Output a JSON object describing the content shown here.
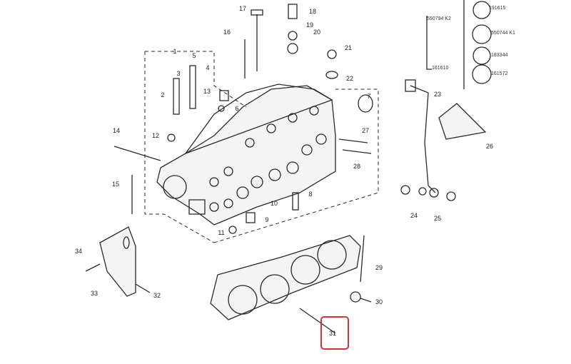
{
  "diagram": {
    "callouts": [
      "1",
      "2",
      "3",
      "4",
      "5",
      "6",
      "7",
      "8",
      "9",
      "10",
      "11",
      "12",
      "13",
      "14",
      "15",
      "16",
      "17",
      "18",
      "19",
      "20",
      "21",
      "22",
      "23",
      "24",
      "25",
      "26",
      "27",
      "28",
      "29",
      "30",
      "31",
      "32",
      "33",
      "34"
    ],
    "highlighted_callout": "31",
    "highlight_color": "#d8303a",
    "kit_parts": {
      "kit_a": "550794 K2",
      "kit_b": "161610",
      "items": [
        "191615",
        "550744 K1",
        "183344",
        "161572"
      ]
    }
  }
}
